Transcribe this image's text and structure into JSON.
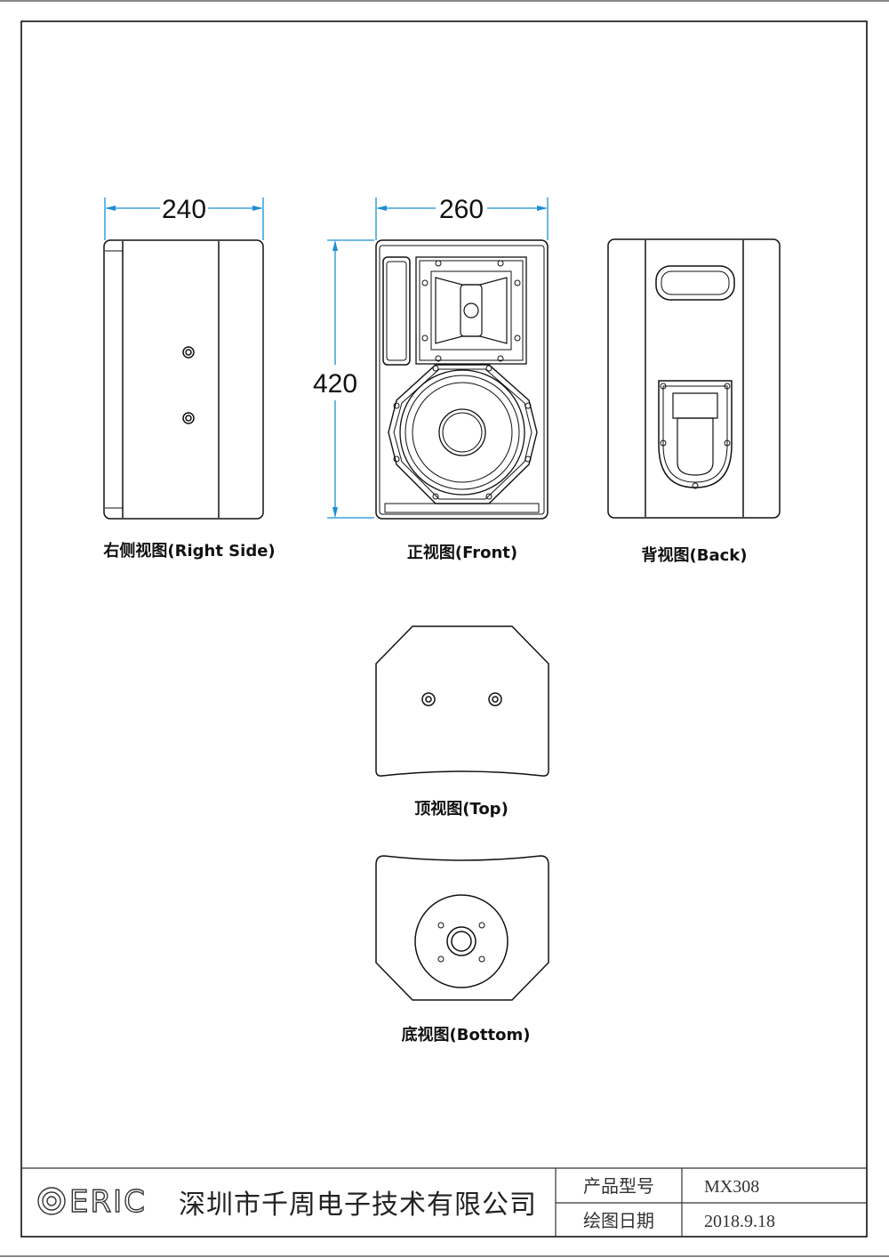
{
  "dimensions": {
    "side_width": "240",
    "front_width": "260",
    "height": "420"
  },
  "views": {
    "right_side": "右侧视图(Right Side)",
    "front": "正视图(Front)",
    "back": "背视图(Back)",
    "top": "顶视图(Top)",
    "bottom": "底视图(Bottom)"
  },
  "title_block": {
    "logo": "ERIC",
    "company": "深圳市千周电子技术有限公司",
    "model_label": "产品型号",
    "model_value": "MX308",
    "date_label": "绘图日期",
    "date_value": "2018.9.18"
  },
  "colors": {
    "dimension_line": "#1a8fd6",
    "line": "#111111"
  }
}
